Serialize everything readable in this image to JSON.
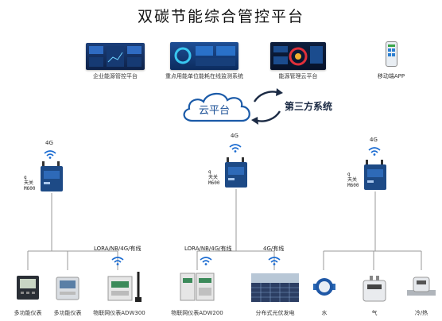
{
  "title": "双碳节能综合管控平台",
  "platforms": [
    {
      "label": "企业能源管控平台"
    },
    {
      "label": "重点用能单位能耗在线监测系统"
    },
    {
      "label": "能源管理云平台"
    },
    {
      "label": "移动端APP"
    }
  ],
  "cloud_label": "云平台",
  "third_party_label": "第三方系统",
  "gateways": [
    {
      "network": "4G",
      "side1": "q",
      "side2": "天关",
      "model": "M600"
    },
    {
      "network": "4G",
      "side1": "q",
      "side2": "天关",
      "model": "M600"
    },
    {
      "network": "4G",
      "side1": "q",
      "side2": "天关",
      "model": "M600"
    }
  ],
  "links": [
    {
      "label": "LORA/NB/4G/有线"
    },
    {
      "label": "LORA/NB/4G/有线"
    },
    {
      "label": "4G/有线"
    }
  ],
  "devices": [
    {
      "label": "多功能仪表",
      "icon": "multifunction-meter-icon"
    },
    {
      "label": "多功能仪表",
      "icon": "multifunction-meter-icon"
    },
    {
      "label": "物联网仪表ADW300",
      "icon": "din-rail-meter-icon"
    },
    {
      "label": "物联网仪表ADW200",
      "icon": "din-rail-meter-icon"
    },
    {
      "label": "分布式光伏发电",
      "icon": "solar-panel-icon"
    },
    {
      "label": "水",
      "icon": "water-meter-icon"
    },
    {
      "label": "气",
      "icon": "gas-meter-icon"
    },
    {
      "label": "冷/热",
      "icon": "heat-meter-icon"
    }
  ],
  "colors": {
    "accent": "#1a6bd1",
    "line": "#9a9a9a",
    "cloud": "#1a5aa8"
  }
}
